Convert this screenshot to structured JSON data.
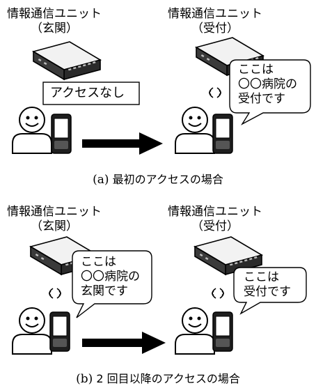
{
  "panel_a": {
    "left_unit": {
      "title": "情報通信ユニット",
      "location": "（玄関）"
    },
    "right_unit": {
      "title": "情報通信ユニット",
      "location": "（受付）"
    },
    "no_access_label": "アクセスなし",
    "bubble_lines": [
      "ここは",
      "〇〇病院の",
      "受付です"
    ],
    "caption_letter": "(a)",
    "caption_text": "最初のアクセスの場合"
  },
  "panel_b": {
    "left_unit": {
      "title": "情報通信ユニット",
      "location": "（玄関）"
    },
    "right_unit": {
      "title": "情報通信ユニット",
      "location": "（受付）"
    },
    "left_bubble_lines": [
      "ここは",
      "〇〇病院の",
      "玄関です"
    ],
    "right_bubble_lines": [
      "ここは",
      "受付です"
    ],
    "caption_letter": "(b)",
    "caption_text": "2 回目以降のアクセスの場合"
  }
}
